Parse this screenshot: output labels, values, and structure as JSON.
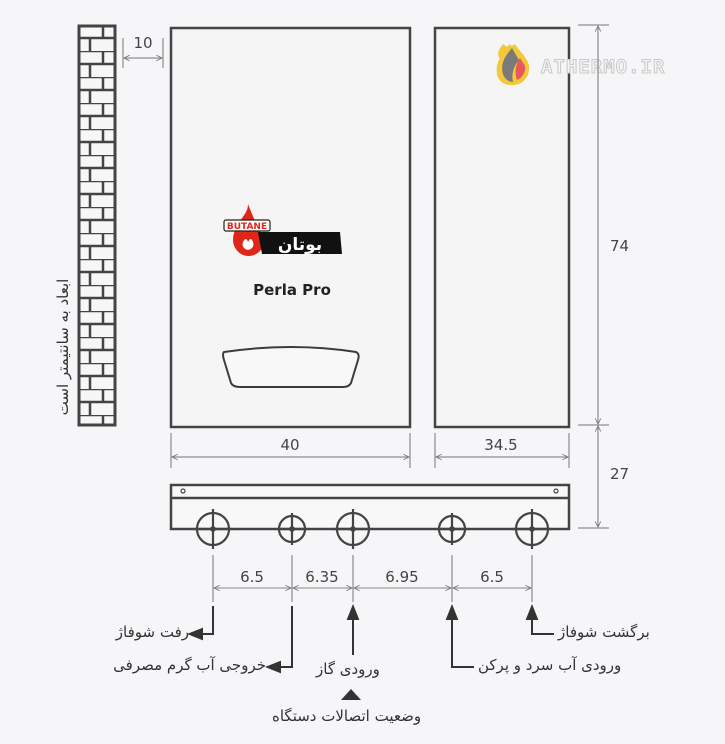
{
  "watermark": {
    "text": "ATHERMO.IR"
  },
  "brand": {
    "logo_en": "BUTANE",
    "logo_fa": "بوتان",
    "model": "Perla Pro"
  },
  "wall_label": "ابعاد به سانتیمتر است",
  "dimensions": {
    "wall_gap": "10",
    "front_width": "40",
    "side_depth": "34.5",
    "height": "74",
    "bracket_height": "27",
    "spacing": [
      "6.5",
      "6.35",
      "6.95",
      "6.5"
    ]
  },
  "connections": [
    {
      "label": "رفت شوفاژ"
    },
    {
      "label": "خروجی آب گرم مصرفی"
    },
    {
      "label": "ورودی گاز"
    },
    {
      "label": "ورودی آب سرد و پرکن"
    },
    {
      "label": "برگشت شوفاژ"
    }
  ],
  "caption": "وضعیت اتصالات دستگاه",
  "colors": {
    "line": "#3f3f3f",
    "dim": "#8a8a8a",
    "logo_red": "#e0261b",
    "flame_yellow": "#f3c83a",
    "flame_red": "#e8575a",
    "flame_gray": "#7a7a7a"
  }
}
